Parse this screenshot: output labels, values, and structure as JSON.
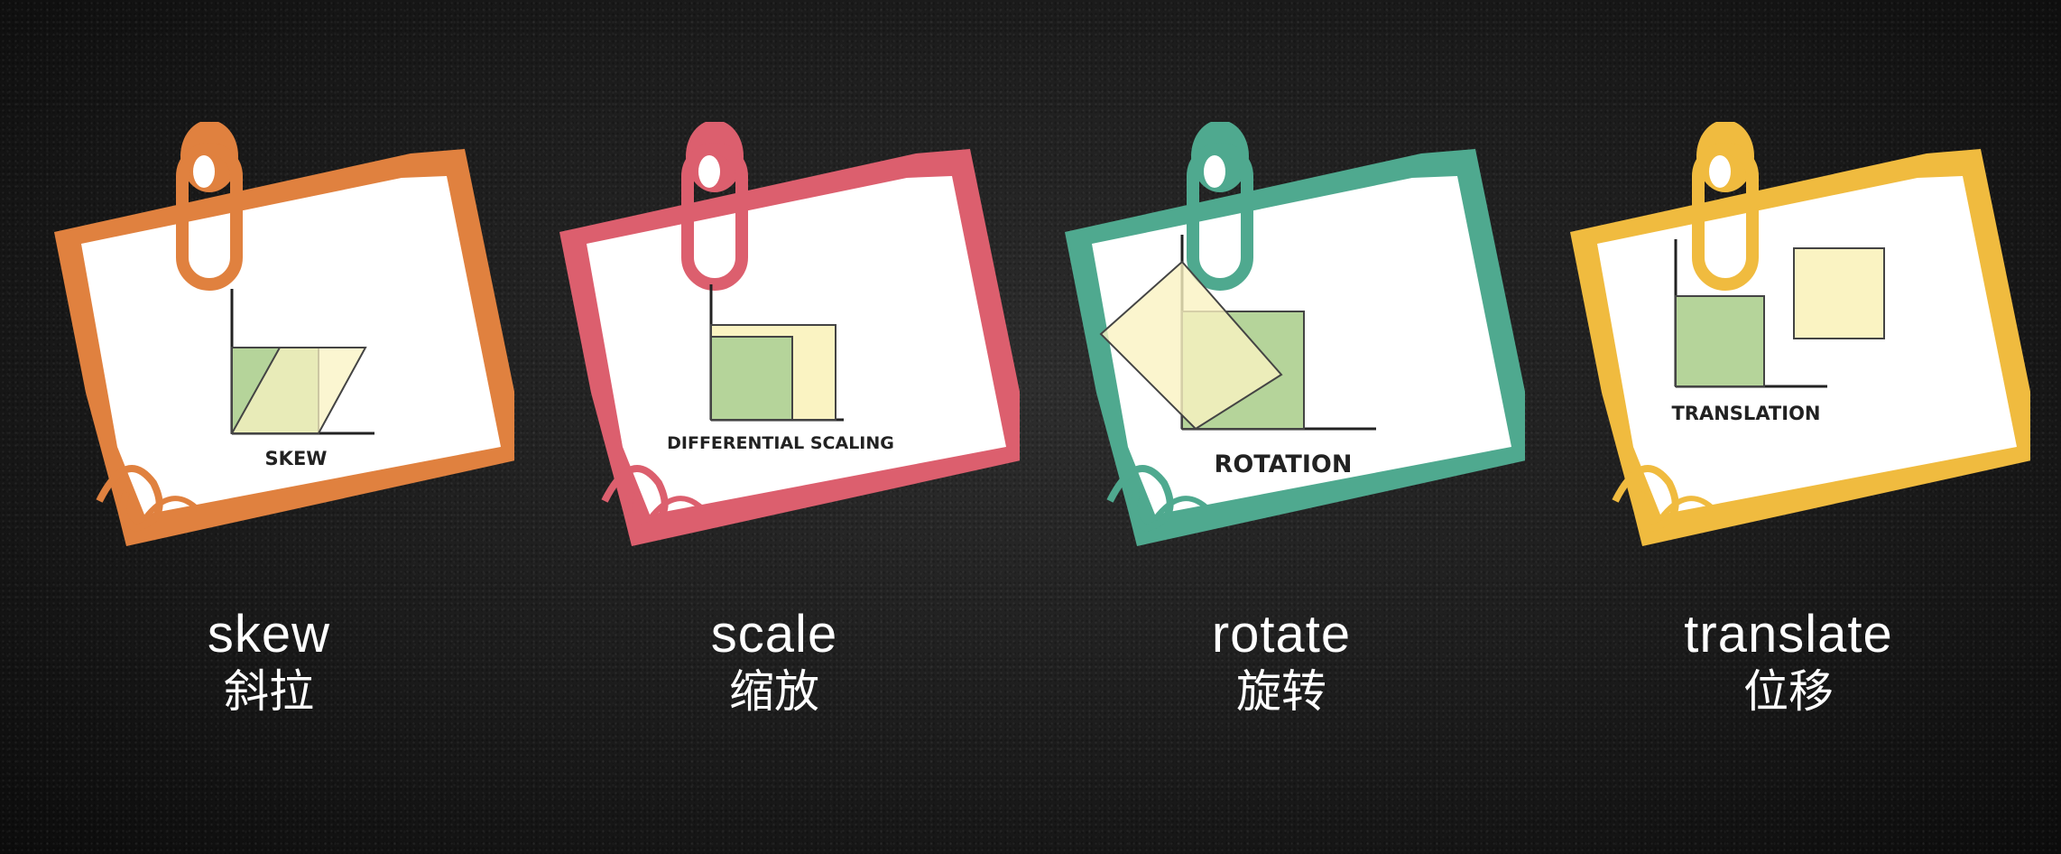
{
  "cards": [
    {
      "diagram_label": "SKEW",
      "title": "skew",
      "subtitle": "斜拉",
      "color": "#e0813f"
    },
    {
      "diagram_label": "DIFFERENTIAL SCALING",
      "title": "scale",
      "subtitle": "缩放",
      "color": "#dc5f6e"
    },
    {
      "diagram_label": "ROTATION",
      "title": "rotate",
      "subtitle": "旋转",
      "color": "#4fa98f"
    },
    {
      "diagram_label": "TRANSLATION",
      "title": "translate",
      "subtitle": "位移",
      "color": "#f0bb3f"
    }
  ],
  "shape_colors": {
    "green": "#b5d49a",
    "yellow": "#faf3c2"
  }
}
